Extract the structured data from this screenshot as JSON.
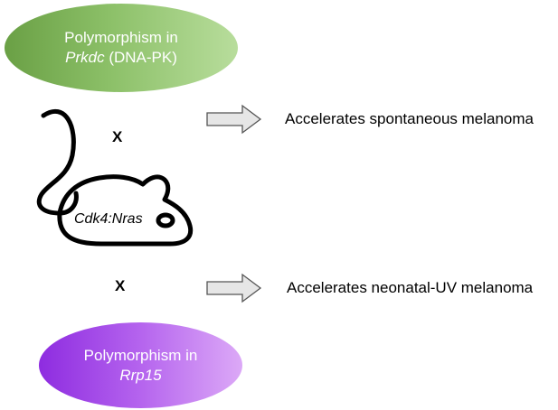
{
  "top_node": {
    "line1": "Polymorphism in",
    "gene": "Prkdc",
    "protein": " (DNA-PK)"
  },
  "bottom_node": {
    "line1": "Polymorphism in",
    "gene": "Rrp15"
  },
  "mouse": {
    "label": "Cdk4:Nras"
  },
  "crosses": {
    "top": "X",
    "bottom": "X"
  },
  "outcomes": {
    "top": "Accelerates spontaneous melanoma",
    "bottom": "Accelerates neonatal-UV melanoma"
  },
  "colors": {
    "top_node": "#8cc068",
    "bottom_node": "#b564ee",
    "arrow_fill": "#e6e6e6",
    "arrow_stroke": "#555555"
  }
}
